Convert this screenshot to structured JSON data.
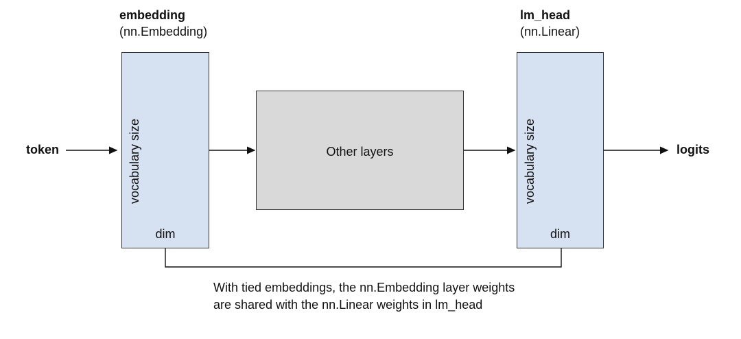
{
  "input": {
    "label": "token"
  },
  "output": {
    "label": "logits"
  },
  "embedding": {
    "name": "embedding",
    "type": "(nn.Embedding)",
    "vertical_label": "vocabulary size",
    "horizontal_label": "dim"
  },
  "other_layers": {
    "label": "Other layers"
  },
  "lm_head": {
    "name": "lm_head",
    "type": "(nn.Linear)",
    "vertical_label": "vocabulary size",
    "horizontal_label": "dim"
  },
  "note": {
    "text": "With tied embeddings, the nn.Embedding layer weights are shared with the nn.Linear weights in lm_head"
  }
}
